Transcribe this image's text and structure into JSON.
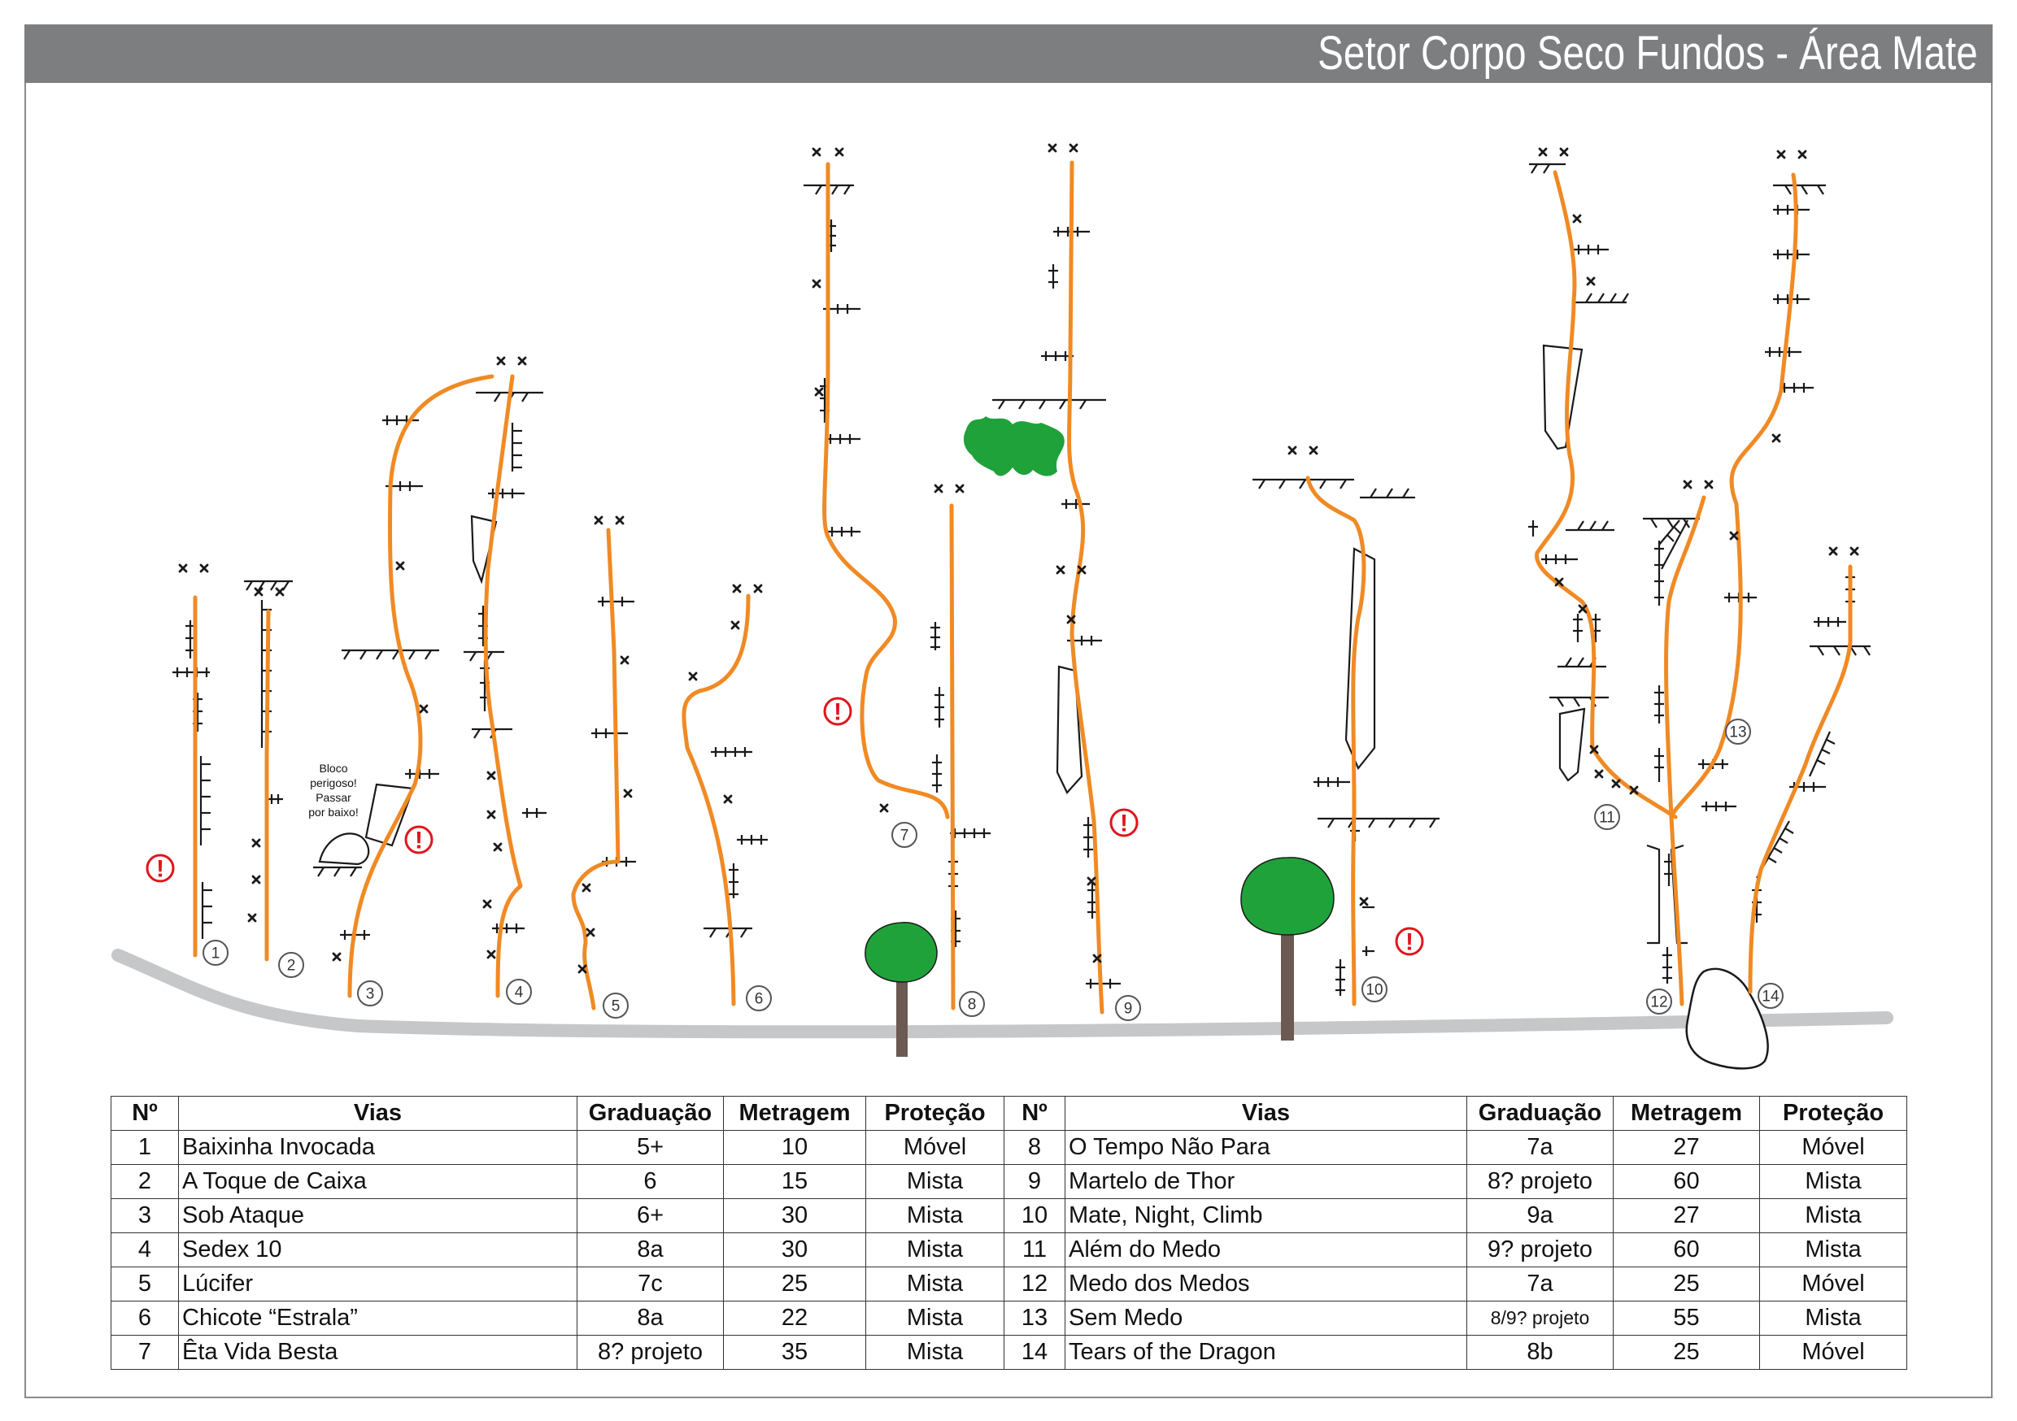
{
  "header": {
    "title": "Setor Corpo Seco Fundos - Área Mate"
  },
  "colors": {
    "route": "#f08a24",
    "header": "#7d7e80",
    "road": "#c6c7c9",
    "tree_crown": "#1fa23a",
    "tree_trunk": "#6b5a52",
    "warning": "#e0151d"
  },
  "topo": {
    "route_numbers": [
      "1",
      "2",
      "3",
      "4",
      "5",
      "6",
      "7",
      "8",
      "9",
      "10",
      "11",
      "12",
      "13",
      "14"
    ],
    "warning_symbol": "!",
    "boulder_note": [
      "Bloco",
      "perigoso!",
      "Passar",
      "por baixo!"
    ]
  },
  "table": {
    "headers": [
      "Nº",
      "Vias",
      "Graduação",
      "Metragem",
      "Proteção",
      "Nº",
      "Vias",
      "Graduação",
      "Metragem",
      "Proteção"
    ],
    "rows": [
      {
        "left": {
          "n": "1",
          "name": "Baixinha Invocada",
          "grade": "5+",
          "length": "10",
          "protection": "Móvel"
        },
        "right": {
          "n": "8",
          "name": "O Tempo Não Para",
          "grade": "7a",
          "length": "27",
          "protection": "Móvel"
        }
      },
      {
        "left": {
          "n": "2",
          "name": "A Toque de Caixa",
          "grade": "6",
          "length": "15",
          "protection": "Mista"
        },
        "right": {
          "n": "9",
          "name": "Martelo de Thor",
          "grade": "8? projeto",
          "length": "60",
          "protection": "Mista"
        }
      },
      {
        "left": {
          "n": "3",
          "name": "Sob Ataque",
          "grade": "6+",
          "length": "30",
          "protection": "Mista"
        },
        "right": {
          "n": "10",
          "name": "Mate, Night, Climb",
          "grade": "9a",
          "length": "27",
          "protection": "Mista"
        }
      },
      {
        "left": {
          "n": "4",
          "name": "Sedex 10",
          "grade": "8a",
          "length": "30",
          "protection": "Mista"
        },
        "right": {
          "n": "11",
          "name": "Além do Medo",
          "grade": "9? projeto",
          "length": "60",
          "protection": "Mista"
        }
      },
      {
        "left": {
          "n": "5",
          "name": "Lúcifer",
          "grade": "7c",
          "length": "25",
          "protection": "Mista"
        },
        "right": {
          "n": "12",
          "name": "Medo dos Medos",
          "grade": "7a",
          "length": "25",
          "protection": "Móvel"
        }
      },
      {
        "left": {
          "n": "6",
          "name": "Chicote “Estrala”",
          "grade": "8a",
          "length": "22",
          "protection": "Mista"
        },
        "right": {
          "n": "13",
          "name": "Sem Medo",
          "grade": "8/9? projeto",
          "length": "55",
          "protection": "Mista"
        }
      },
      {
        "left": {
          "n": "7",
          "name": "Êta Vida Besta",
          "grade": "8? projeto",
          "length": "35",
          "protection": "Mista"
        },
        "right": {
          "n": "14",
          "name": "Tears of the Dragon",
          "grade": "8b",
          "length": "25",
          "protection": "Móvel"
        }
      }
    ]
  }
}
